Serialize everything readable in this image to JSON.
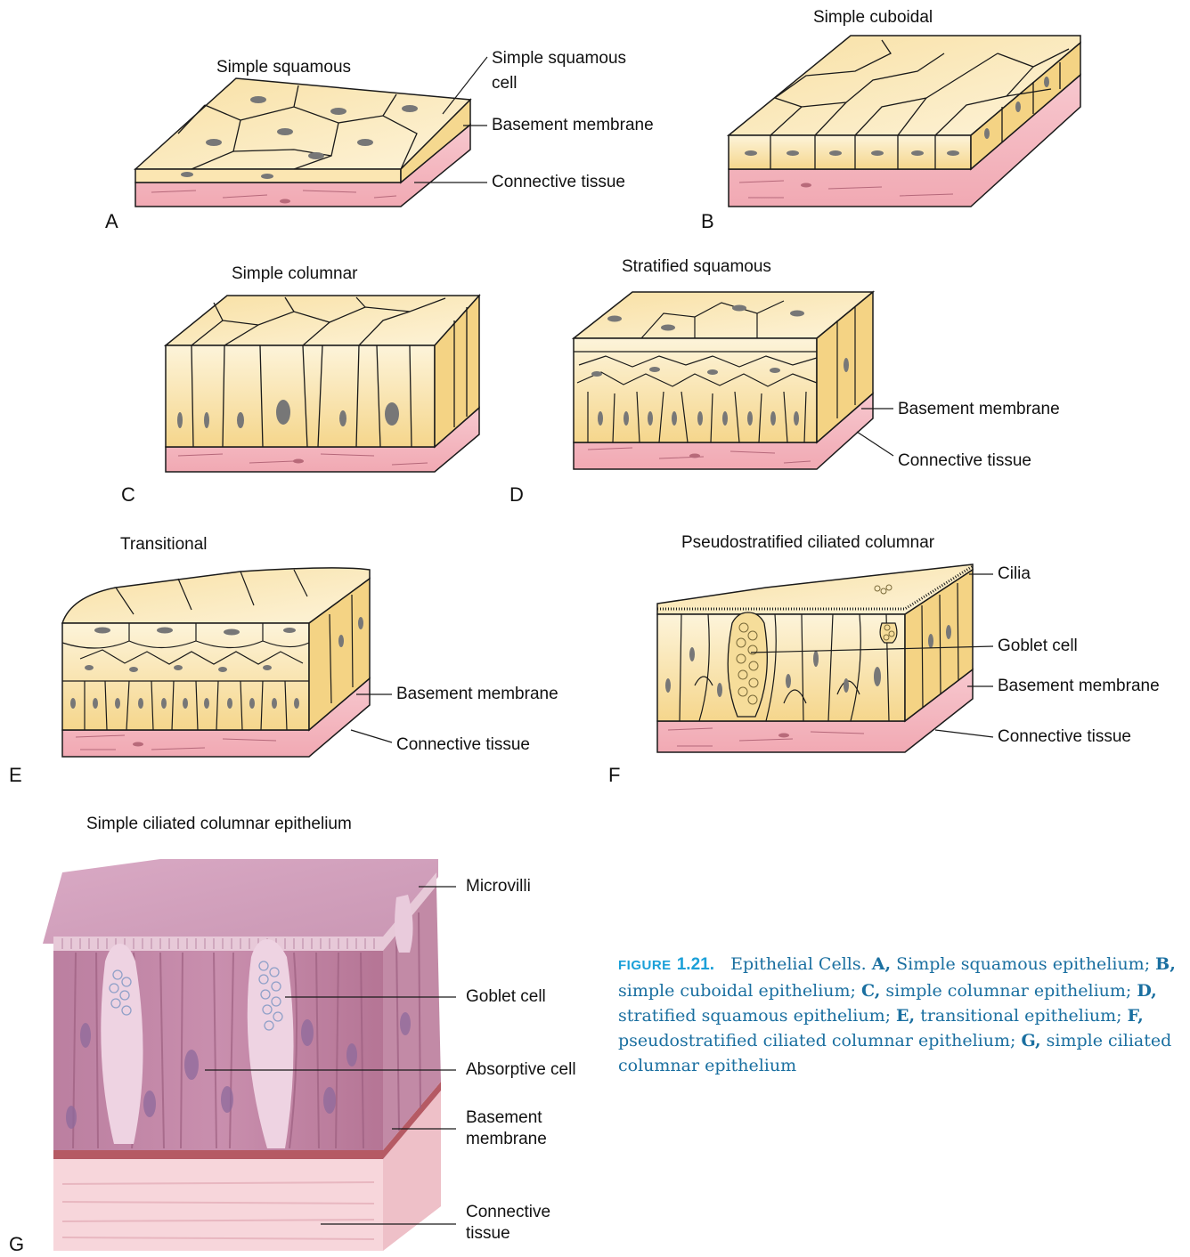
{
  "panels": {
    "a": {
      "letter": "A",
      "title": "Simple squamous",
      "labels": {
        "cell": "Simple squamous\ncell",
        "basement": "Basement membrane",
        "connective": "Connective tissue"
      }
    },
    "b": {
      "letter": "B",
      "title": "Simple cuboidal"
    },
    "c": {
      "letter": "C",
      "title": "Simple columnar"
    },
    "d": {
      "letter": "D",
      "title": "Stratified squamous",
      "labels": {
        "basement": "Basement membrane",
        "connective": "Connective tissue"
      }
    },
    "e": {
      "letter": "E",
      "title": "Transitional",
      "labels": {
        "basement": "Basement membrane",
        "connective": "Connective tissue"
      }
    },
    "f": {
      "letter": "F",
      "title": "Pseudostratified ciliated columnar",
      "labels": {
        "cilia": "Cilia",
        "goblet": "Goblet cell",
        "basement": "Basement membrane",
        "connective": "Connective tissue"
      }
    },
    "g": {
      "letter": "G",
      "title": "Simple ciliated columnar epithelium",
      "labels": {
        "microvilli": "Microvilli",
        "goblet": "Goblet cell",
        "absorptive": "Absorptive cell",
        "basement": "Basement\nmembrane",
        "connective": "Connective\ntissue"
      }
    }
  },
  "caption": {
    "figure_word": "FIGURE",
    "figure_number": "1.21.",
    "segments": [
      {
        "text": "Epithelial Cells. ",
        "bold": false
      },
      {
        "text": "A,",
        "bold": true
      },
      {
        "text": " Simple squamous epithelium; ",
        "bold": false
      },
      {
        "text": "B,",
        "bold": true
      },
      {
        "text": " simple cuboidal epithelium; ",
        "bold": false
      },
      {
        "text": "C,",
        "bold": true
      },
      {
        "text": " simple columnar epithelium; ",
        "bold": false
      },
      {
        "text": "D,",
        "bold": true
      },
      {
        "text": " stratified squamous epithelium; ",
        "bold": false
      },
      {
        "text": "E,",
        "bold": true
      },
      {
        "text": " transitional epithelium; ",
        "bold": false
      },
      {
        "text": "F,",
        "bold": true
      },
      {
        "text": " pseudostratified ciliated columnar epithelium; ",
        "bold": false
      },
      {
        "text": "G,",
        "bold": true
      },
      {
        "text": " simple ciliated columnar epithelium",
        "bold": false
      }
    ]
  },
  "colors": {
    "epithelium": "#f7dc9a",
    "epithelium_light": "#fcefcf",
    "connective": "#f2b6bf",
    "outline": "#1a1a1a",
    "caption_text": "#1a6fa0",
    "caption_accent": "#1ba0d8",
    "photo_cells": "#c48aa8",
    "photo_connective": "#f5cdd2"
  }
}
